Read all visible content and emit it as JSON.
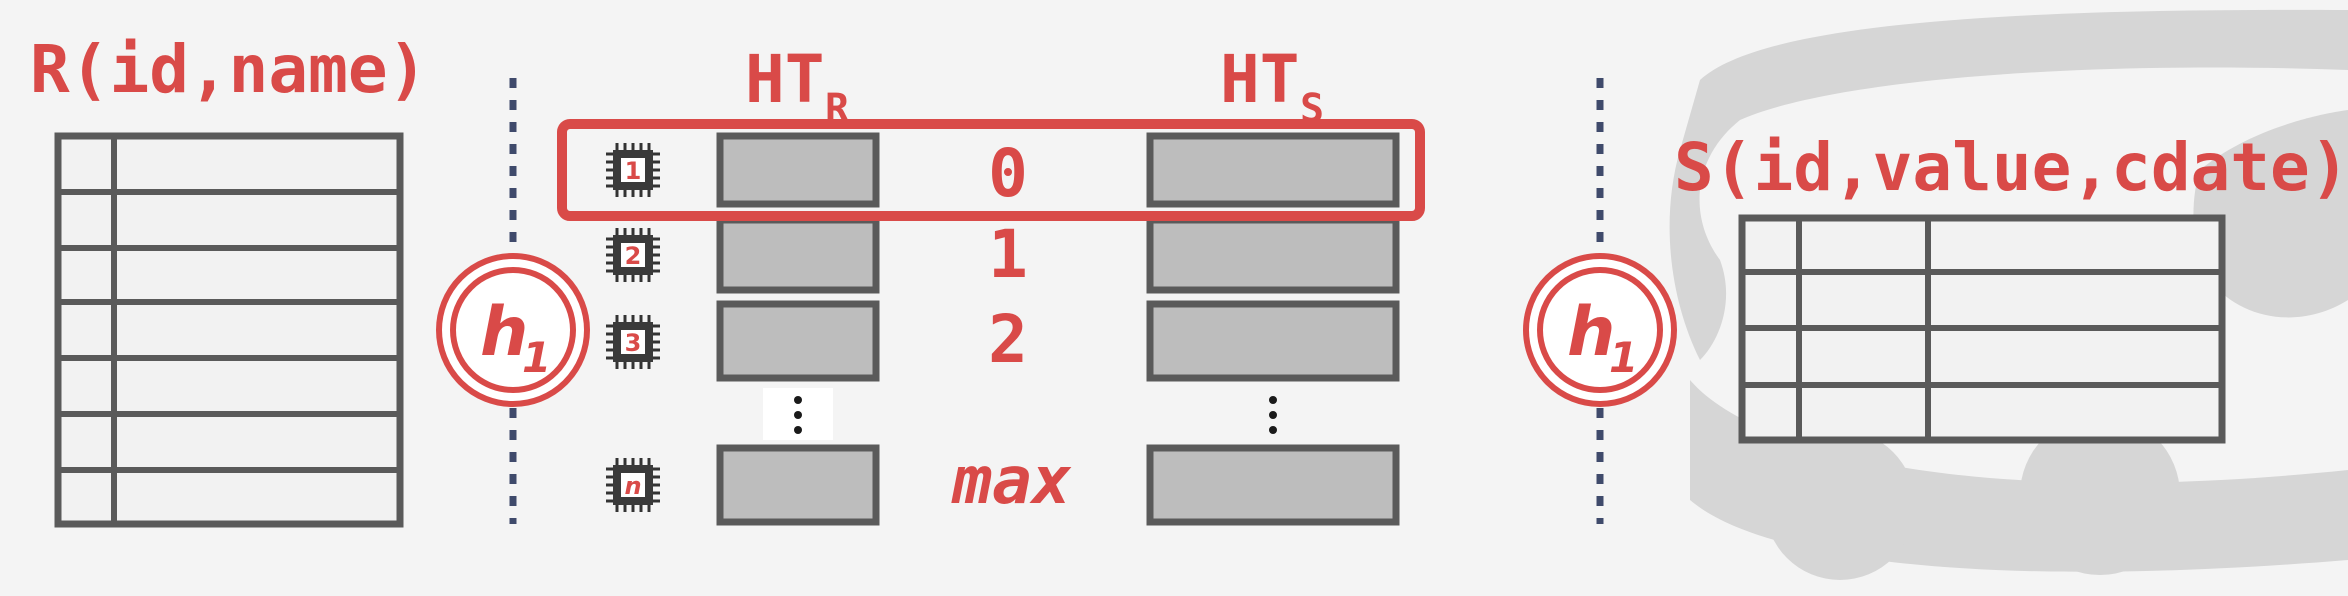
{
  "left_table": {
    "label": "R(id,name)"
  },
  "right_table": {
    "label": "S(id,value,cdate)"
  },
  "hash_tables": {
    "r_label_main": "HT",
    "r_label_sub": "R",
    "s_label_main": "HT",
    "s_label_sub": "S"
  },
  "hash_function": {
    "label_main": "h",
    "label_sub": "1"
  },
  "partitions": [
    "0",
    "1",
    "2",
    "max"
  ],
  "cores": [
    "1",
    "2",
    "3",
    "n"
  ],
  "icons": [
    "cpu-icon",
    "vertical-ellipsis-icon",
    "database-watermark-icon"
  ],
  "colors": {
    "accent": "#d94a48",
    "border": "#5a5a5a",
    "bucket_fill": "#bdbdbd",
    "divider": "#3f4a6b",
    "background": "#f4f4f4"
  }
}
